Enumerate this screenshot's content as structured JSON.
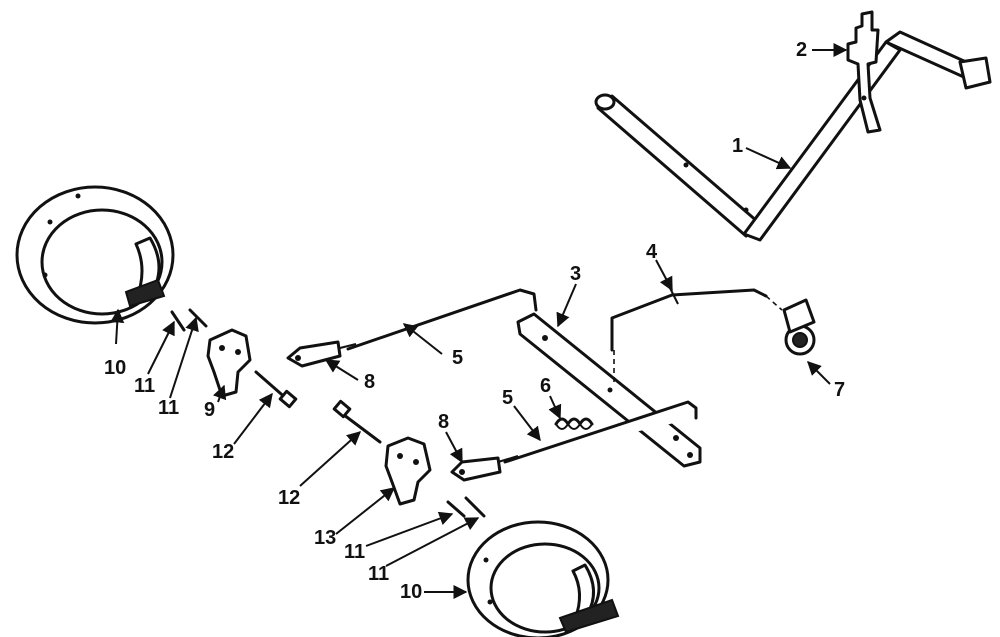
{
  "callouts": {
    "c1": "1",
    "c2": "2",
    "c3": "3",
    "c4": "4",
    "c5a": "5",
    "c5b": "5",
    "c6": "6",
    "c7": "7",
    "c8a": "8",
    "c8b": "8",
    "c9": "9",
    "c10a": "10",
    "c10b": "10",
    "c11a": "11",
    "c11b": "11",
    "c11c": "11",
    "c11d": "11",
    "c12a": "12",
    "c12b": "12",
    "c13": "13"
  },
  "colors": {
    "ink": "#111111",
    "paper": "#ffffff"
  }
}
